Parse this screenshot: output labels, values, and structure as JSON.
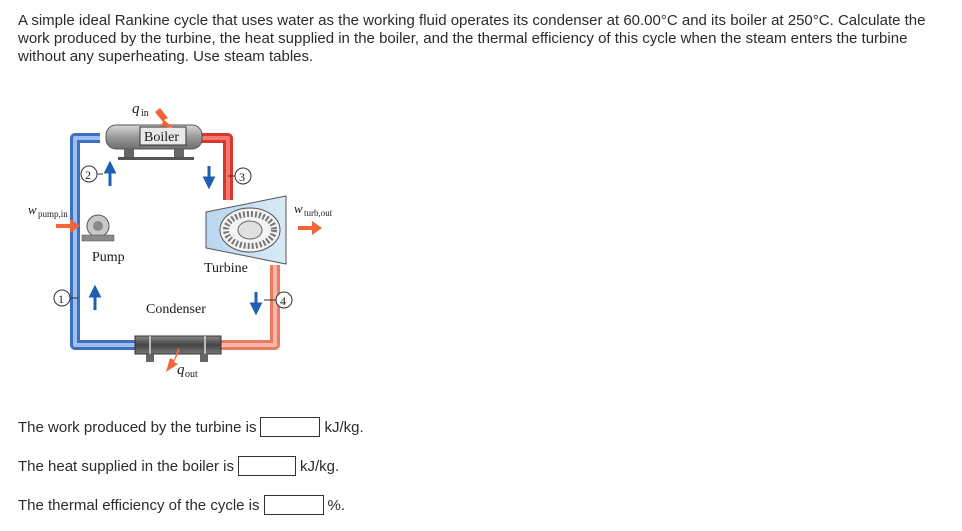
{
  "problem": {
    "text": "A simple ideal Rankine cycle that uses water as the working fluid operates its condenser at 60.00°C and its boiler at 250°C. Calculate the work produced by the turbine, the heat supplied in the boiler, and the thermal efficiency of this cycle when the steam enters the turbine without any superheating. Use steam tables."
  },
  "diagram": {
    "q_in_main": "q",
    "q_in_sub": "in",
    "boiler": "Boiler",
    "pump": "Pump",
    "turbine": "Turbine",
    "condenser": "Condenser",
    "w_pump_main": "w",
    "w_pump_sub": "pump,in",
    "w_turb_main": "w",
    "w_turb_sub": "turb,out",
    "q_out_main": "q",
    "q_out_sub": "out",
    "state1": "1",
    "state2": "2",
    "state3": "3",
    "state4": "4",
    "colors": {
      "hot": "#e8473b",
      "warm": "#f08b74",
      "cold": "#5f8fd8",
      "arrow_orange": "#f2653a",
      "arrow_blue": "#1e5fb3"
    }
  },
  "questions": [
    {
      "before": "The work produced by the turbine is",
      "unit": "kJ/kg.",
      "value": ""
    },
    {
      "before": "The heat supplied in the boiler is",
      "unit": "kJ/kg.",
      "value": ""
    },
    {
      "before": "The thermal efficiency of the cycle is",
      "unit": "%.",
      "value": ""
    }
  ]
}
